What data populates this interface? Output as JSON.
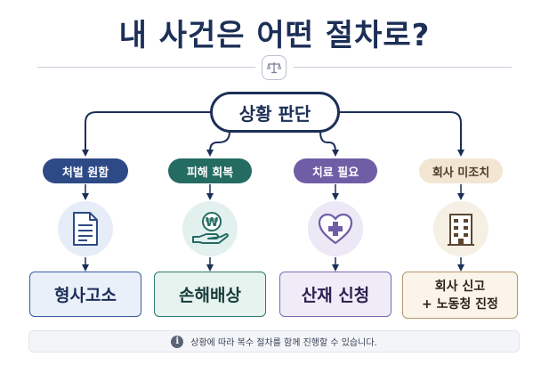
{
  "title": "내 사건은 어떤 절차로?",
  "root": {
    "label": "상황 판단"
  },
  "branches": [
    {
      "tag": "처벌 원함",
      "icon": "document-icon",
      "result": "형사고소",
      "result_line2": ""
    },
    {
      "tag": "피해 회복",
      "icon": "money-hand-icon",
      "result": "손해배상",
      "result_line2": ""
    },
    {
      "tag": "치료 필요",
      "icon": "heart-medical-icon",
      "result": "산재 신청",
      "result_line2": ""
    },
    {
      "tag": "회사 미조치",
      "icon": "building-icon",
      "result": "회사 신고",
      "result_line2": "+ 노동청 진정"
    }
  ],
  "note": {
    "text": "상황에 따라 복수 절차를 함께 진행할 수 있습니다.",
    "icon": "info-icon"
  },
  "colors": {
    "navy": "#1c2f57",
    "branch1": "#2d4a86",
    "branch2": "#246b62",
    "branch3": "#6f5ea6",
    "branch4": "#f2e6d3"
  }
}
